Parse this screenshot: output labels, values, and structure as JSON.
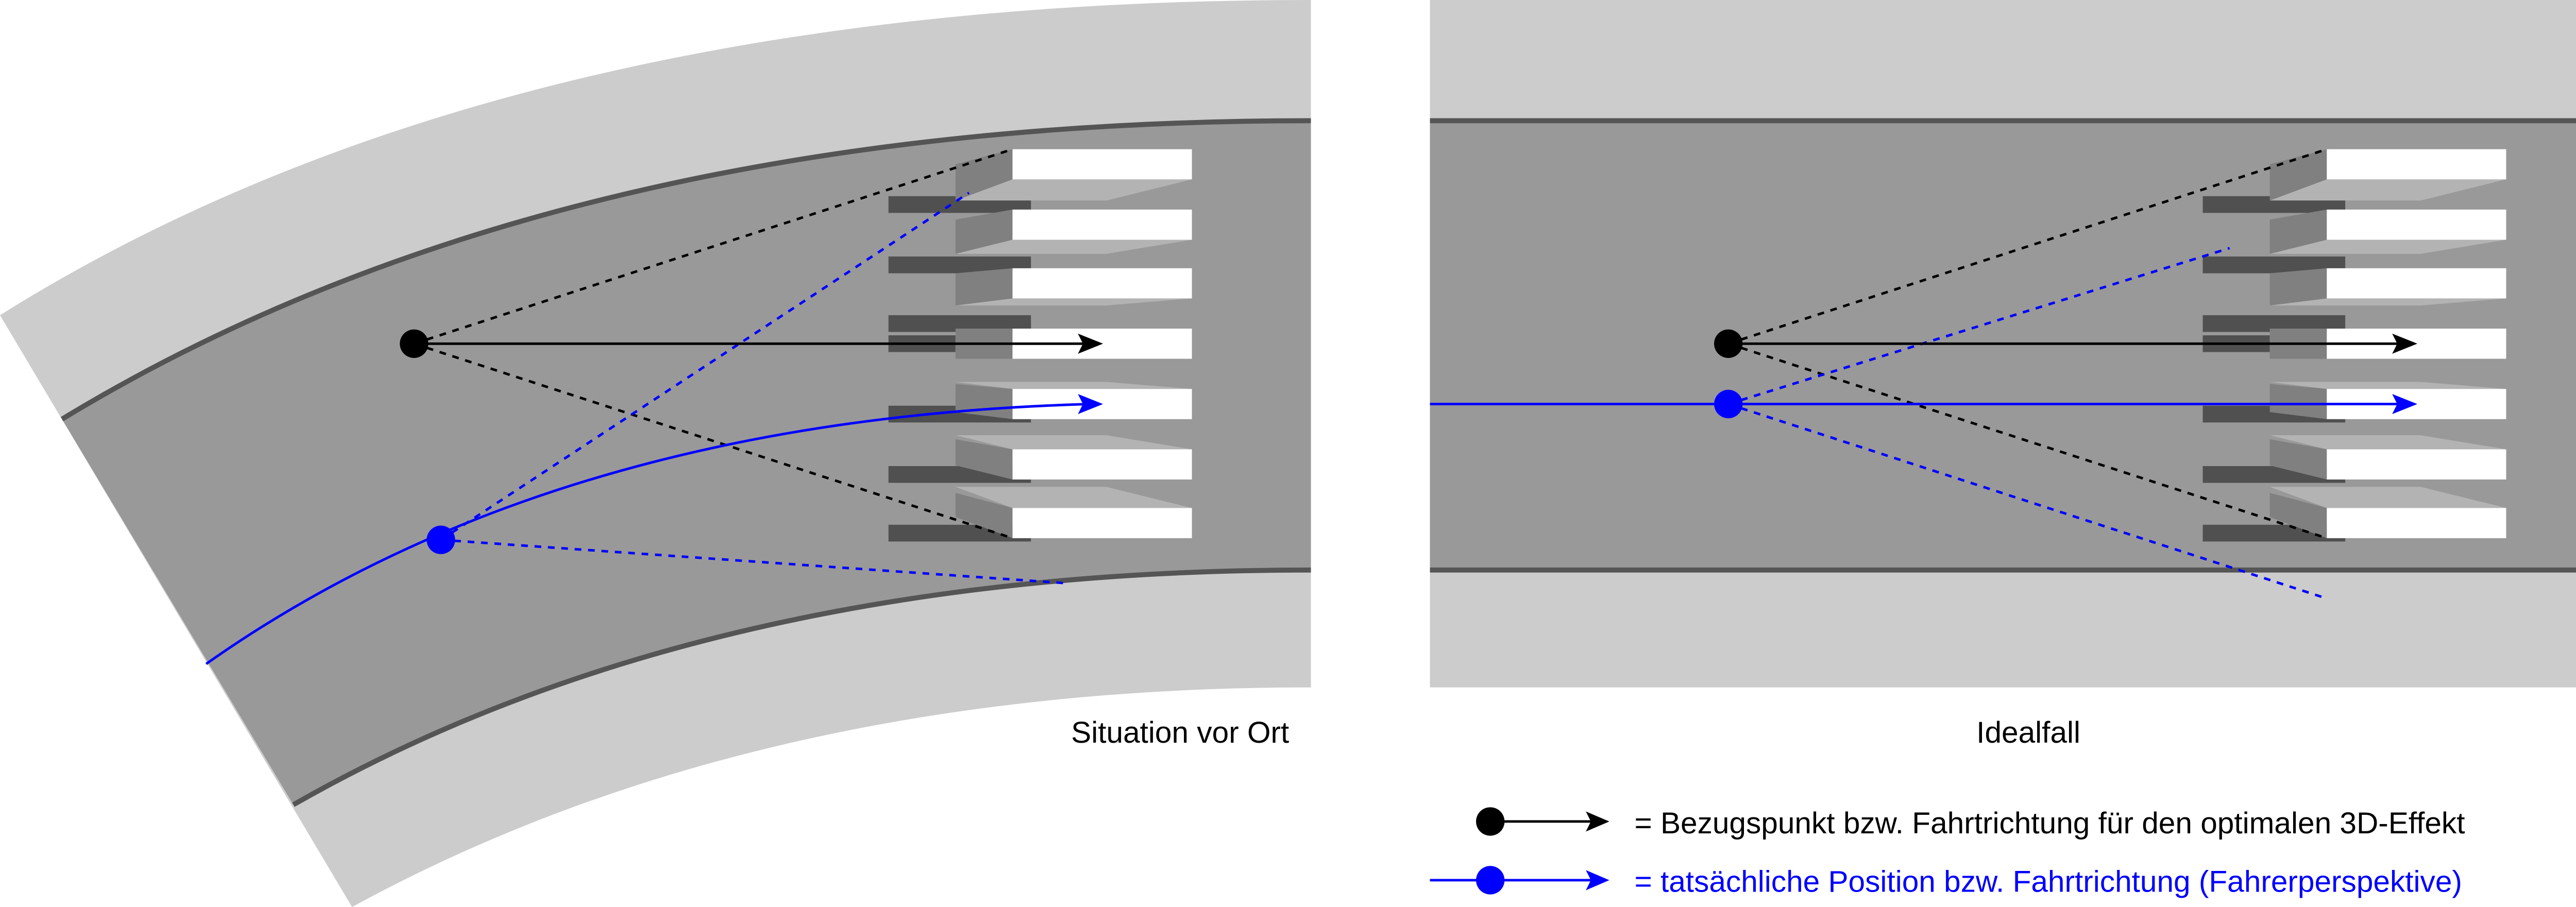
{
  "panels": {
    "left": {
      "title": "Situation vor Ort"
    },
    "right": {
      "title": "Idealfall"
    }
  },
  "legend": [
    {
      "label": "= Bezugspunkt bzw. Fahrtrichtung für den optimalen 3D-Effekt",
      "color": "#000000"
    },
    {
      "label": "= tatsächliche Position bzw. Fahrtrichtung (Fahrerperspektive)",
      "color": "#0000ff"
    }
  ],
  "colors": {
    "shoulder": "#cccccc",
    "road": "#999999",
    "edge_line": "#555555",
    "stripe": "#ffffff",
    "shadow": "#505050",
    "side_face": "#808080",
    "top_face": "#b3b3b3",
    "reference": "#000000",
    "actual": "#0000ff"
  },
  "crosswalk": {
    "stripe_count": 7
  }
}
